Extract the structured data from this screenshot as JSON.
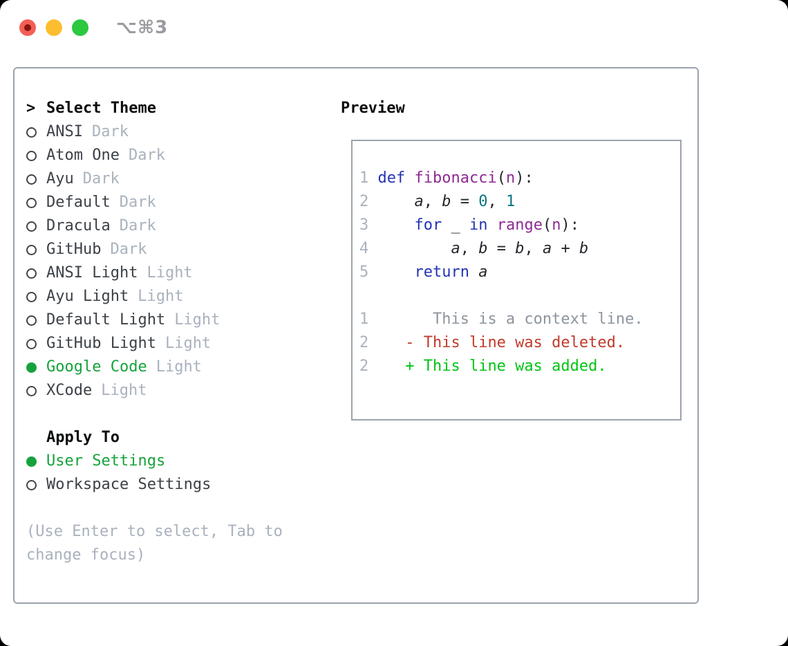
{
  "window": {
    "shortcut": "⌥⌘3"
  },
  "theme_panel": {
    "header_prefix": ">",
    "header": "Select Theme",
    "items": [
      {
        "name": "ANSI",
        "variant": "Dark",
        "selected": false
      },
      {
        "name": "Atom One",
        "variant": "Dark",
        "selected": false
      },
      {
        "name": "Ayu",
        "variant": "Dark",
        "selected": false
      },
      {
        "name": "Default",
        "variant": "Dark",
        "selected": false
      },
      {
        "name": "Dracula",
        "variant": "Dark",
        "selected": false
      },
      {
        "name": "GitHub",
        "variant": "Dark",
        "selected": false
      },
      {
        "name": "ANSI Light",
        "variant": "Light",
        "selected": false
      },
      {
        "name": "Ayu Light",
        "variant": "Light",
        "selected": false
      },
      {
        "name": "Default Light",
        "variant": "Light",
        "selected": false
      },
      {
        "name": "GitHub Light",
        "variant": "Light",
        "selected": false
      },
      {
        "name": "Google Code",
        "variant": "Light",
        "selected": true
      },
      {
        "name": "XCode",
        "variant": "Light",
        "selected": false
      }
    ],
    "apply_to": {
      "header": "Apply To",
      "options": [
        {
          "label": "User Settings",
          "selected": true
        },
        {
          "label": "Workspace Settings",
          "selected": false
        }
      ]
    },
    "hint_lines": [
      "(Use Enter to select, Tab to",
      "change focus)"
    ]
  },
  "preview": {
    "header": "Preview",
    "lines": [
      [
        [
          "ln",
          "1"
        ],
        [
          "plain",
          " "
        ],
        [
          "kw",
          "def"
        ],
        [
          "plain",
          " "
        ],
        [
          "fn",
          "fibonacci"
        ],
        [
          "plain",
          "("
        ],
        [
          "param",
          "n"
        ],
        [
          "plain",
          "):"
        ]
      ],
      [
        [
          "ln",
          "2"
        ],
        [
          "plain",
          "     "
        ],
        [
          "var",
          "a"
        ],
        [
          "plain",
          ", "
        ],
        [
          "var",
          "b"
        ],
        [
          "plain",
          " = "
        ],
        [
          "num",
          "0"
        ],
        [
          "plain",
          ", "
        ],
        [
          "num",
          "1"
        ]
      ],
      [
        [
          "ln",
          "3"
        ],
        [
          "plain",
          "     "
        ],
        [
          "kw",
          "for"
        ],
        [
          "plain",
          " _ "
        ],
        [
          "kw",
          "in"
        ],
        [
          "plain",
          " "
        ],
        [
          "fn",
          "range"
        ],
        [
          "plain",
          "("
        ],
        [
          "param",
          "n"
        ],
        [
          "plain",
          "):"
        ]
      ],
      [
        [
          "ln",
          "4"
        ],
        [
          "plain",
          "         "
        ],
        [
          "var",
          "a"
        ],
        [
          "plain",
          ", "
        ],
        [
          "var",
          "b"
        ],
        [
          "plain",
          " = "
        ],
        [
          "var",
          "b"
        ],
        [
          "plain",
          ", "
        ],
        [
          "var",
          "a"
        ],
        [
          "plain",
          " + "
        ],
        [
          "var",
          "b"
        ]
      ],
      [
        [
          "ln",
          "5"
        ],
        [
          "plain",
          "     "
        ],
        [
          "kw",
          "return"
        ],
        [
          "plain",
          " "
        ],
        [
          "var",
          "a"
        ]
      ],
      [],
      [
        [
          "ln",
          "1"
        ],
        [
          "plain",
          "       "
        ],
        [
          "ctx",
          "This is a context line."
        ]
      ],
      [
        [
          "ln",
          "2"
        ],
        [
          "plain",
          "    "
        ],
        [
          "del",
          "- This line was deleted."
        ]
      ],
      [
        [
          "ln",
          "2"
        ],
        [
          "plain",
          "    "
        ],
        [
          "add",
          "+ This line was added."
        ]
      ]
    ]
  },
  "colors": {
    "accent-green": "#16a23b",
    "text-dark": "#3c4147",
    "text-black": "#0b0d0f",
    "muted": "#a9b2bd",
    "kw": "#2433b4",
    "fn": "#8e2a92",
    "num-literal": "#0a7480",
    "code-plain": "#23272d",
    "diff-del": "#c23a2a",
    "diff-add": "#00c413",
    "ctx": "#8d959e",
    "line-number": "#a9b2bd",
    "border": "#9aa3ae",
    "tl-red": "#f35f55",
    "tl-yellow": "#fcbe2f",
    "tl-green": "#2bc840",
    "shortcut": "#9a9aa0"
  }
}
